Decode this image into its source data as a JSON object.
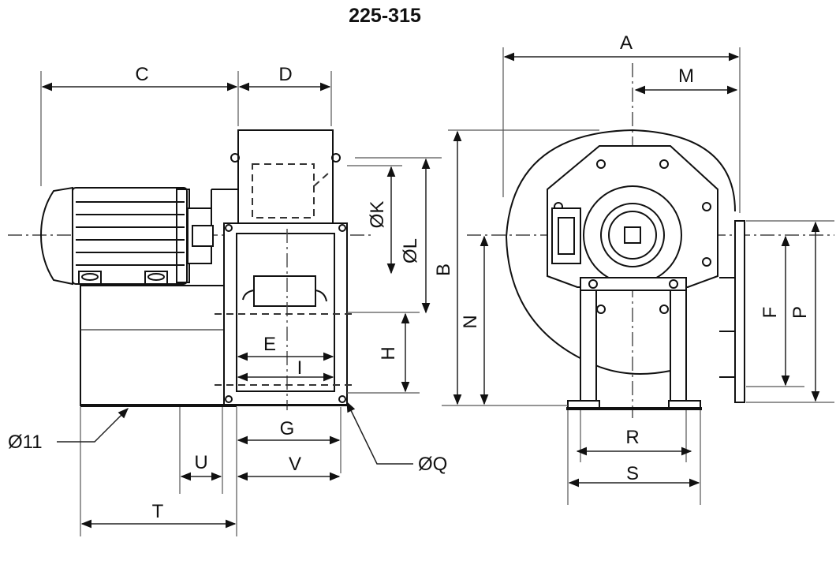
{
  "title": "225-315",
  "labels": {
    "A": "A",
    "B": "B",
    "C": "C",
    "D": "D",
    "E": "E",
    "F": "F",
    "G": "G",
    "H": "H",
    "I": "I",
    "K": "ØK",
    "L": "ØL",
    "M": "M",
    "N": "N",
    "P": "P",
    "Q": "ØQ",
    "R": "R",
    "S": "S",
    "T": "T",
    "U": "U",
    "V": "V",
    "hole": "Ø11"
  }
}
